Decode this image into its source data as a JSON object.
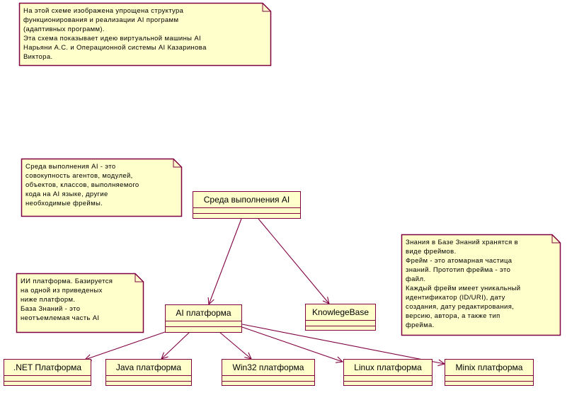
{
  "colors": {
    "line": "#800040",
    "fill": "#ffffcc",
    "background": "#ffffff"
  },
  "notes": [
    {
      "id": "note-description",
      "lines": [
        "На этой схеме изображена упрощена структура",
        "функционирования и реализации AI программ",
        "(адаптивных программ).",
        "Эта схема показывает идею виртуальной машины AI",
        "Нарьяни А.С. и Операционной системы AI Казаринова",
        "Виктора."
      ]
    },
    {
      "id": "note-runtime",
      "lines": [
        "Среда выполнения AI - это",
        "совокупность агентов, модулей,",
        "объектов, классов, выполняемого",
        "кода на AI языке, другие",
        "необходимые фреймы."
      ]
    },
    {
      "id": "note-platform",
      "lines": [
        "ИИ платформа. Базируется",
        "на одной из приведеных",
        "ниже платформ.",
        "База Знаний - это",
        "неотъемлемая часть AI"
      ]
    },
    {
      "id": "note-knowledge",
      "lines": [
        "Знания в Базе Знаний хранятся в",
        "виде фреймов.",
        "Фрейм - это атомарная частица",
        "знаний. Прототип фрейма - это",
        "файл.",
        "Каждый фрейм имеет уникальный",
        "идентификатор (ID/URI), дату",
        "создания, дату редактирования,",
        "версию, автора, а также тип",
        "фрейма."
      ]
    }
  ],
  "classes": [
    {
      "id": "runtime",
      "name": "Среда выполнения AI"
    },
    {
      "id": "ai-platform",
      "name": "AI платформа"
    },
    {
      "id": "knowledge-base",
      "name": "KnowlegeBase"
    },
    {
      "id": "dotnet",
      "name": ".NET Платформа"
    },
    {
      "id": "java",
      "name": "Java платформа"
    },
    {
      "id": "win32",
      "name": "Win32 платформа"
    },
    {
      "id": "linux",
      "name": "Linux платформа"
    },
    {
      "id": "minix",
      "name": "Minix платформа"
    }
  ],
  "dependencies": [
    {
      "from": "runtime",
      "to": "ai-platform"
    },
    {
      "from": "runtime",
      "to": "knowledge-base"
    },
    {
      "from": "ai-platform",
      "to": "dotnet"
    },
    {
      "from": "ai-platform",
      "to": "java"
    },
    {
      "from": "ai-platform",
      "to": "win32"
    },
    {
      "from": "ai-platform",
      "to": "linux"
    },
    {
      "from": "ai-platform",
      "to": "minix"
    }
  ]
}
